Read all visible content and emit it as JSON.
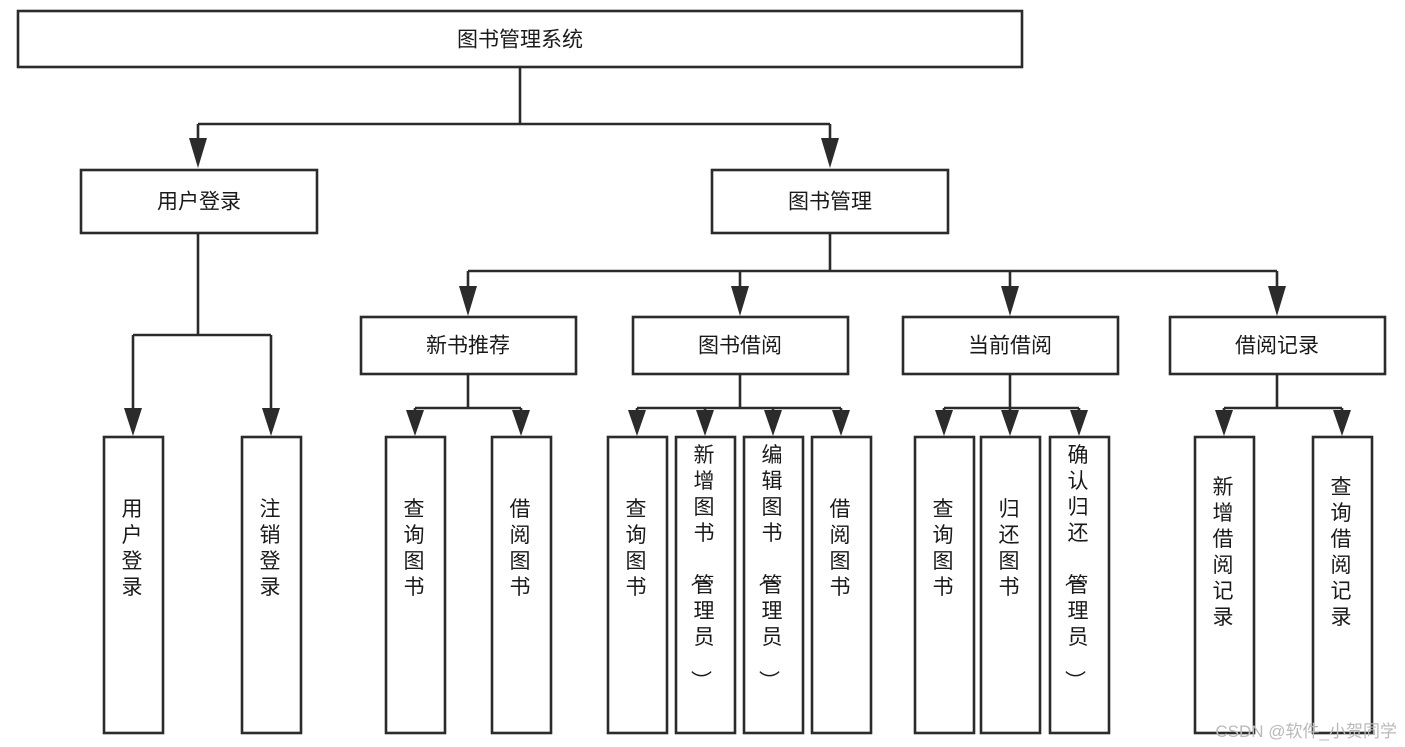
{
  "diagram": {
    "title": "图书管理系统",
    "type": "tree-hierarchy",
    "orientation": "top-down",
    "watermark": "CSDN @软件_小贺同学",
    "colors": {
      "box_fill": "#ffffff",
      "box_stroke": "#2b2b2b",
      "text": "#1a1a1a",
      "background": "#ffffff",
      "watermark": "#b9b9b9"
    },
    "levels": [
      {
        "level": 0,
        "nodes": [
          {
            "id": "root",
            "label": "图书管理系统",
            "orientation": "horizontal"
          }
        ]
      },
      {
        "level": 1,
        "nodes": [
          {
            "id": "login",
            "label": "用户登录",
            "orientation": "horizontal",
            "parent": "root"
          },
          {
            "id": "bookmgmt",
            "label": "图书管理",
            "orientation": "horizontal",
            "parent": "root"
          }
        ]
      },
      {
        "level": 2,
        "nodes": [
          {
            "id": "newbook",
            "label": "新书推荐",
            "orientation": "horizontal",
            "parent": "bookmgmt"
          },
          {
            "id": "borrow",
            "label": "图书借阅",
            "orientation": "horizontal",
            "parent": "bookmgmt"
          },
          {
            "id": "current",
            "label": "当前借阅",
            "orientation": "horizontal",
            "parent": "bookmgmt"
          },
          {
            "id": "records",
            "label": "借阅记录",
            "orientation": "horizontal",
            "parent": "bookmgmt"
          }
        ]
      },
      {
        "level": 3,
        "nodes": [
          {
            "id": "leaf1",
            "label": "用户登录",
            "orientation": "vertical",
            "parent": "login"
          },
          {
            "id": "leaf2",
            "label": "注销登录",
            "orientation": "vertical",
            "parent": "login"
          },
          {
            "id": "leaf3",
            "label": "查询图书",
            "orientation": "vertical",
            "parent": "newbook"
          },
          {
            "id": "leaf4",
            "label": "借阅图书",
            "orientation": "vertical",
            "parent": "newbook"
          },
          {
            "id": "leaf5",
            "label": "查询图书",
            "orientation": "vertical",
            "parent": "borrow"
          },
          {
            "id": "leaf6",
            "label": "新增图书（管理员）",
            "orientation": "vertical",
            "parent": "borrow"
          },
          {
            "id": "leaf7",
            "label": "编辑图书（管理员）",
            "orientation": "vertical",
            "parent": "borrow"
          },
          {
            "id": "leaf8",
            "label": "借阅图书",
            "orientation": "vertical",
            "parent": "borrow"
          },
          {
            "id": "leaf9",
            "label": "查询图书",
            "orientation": "vertical",
            "parent": "current"
          },
          {
            "id": "leaf10",
            "label": "归还图书",
            "orientation": "vertical",
            "parent": "current"
          },
          {
            "id": "leaf11",
            "label": "确认归还（管理员）",
            "orientation": "vertical",
            "parent": "current"
          },
          {
            "id": "leaf12",
            "label": "新增借阅记录",
            "orientation": "vertical",
            "parent": "records"
          },
          {
            "id": "leaf13",
            "label": "查询借阅记录",
            "orientation": "vertical",
            "parent": "records"
          }
        ]
      }
    ]
  }
}
